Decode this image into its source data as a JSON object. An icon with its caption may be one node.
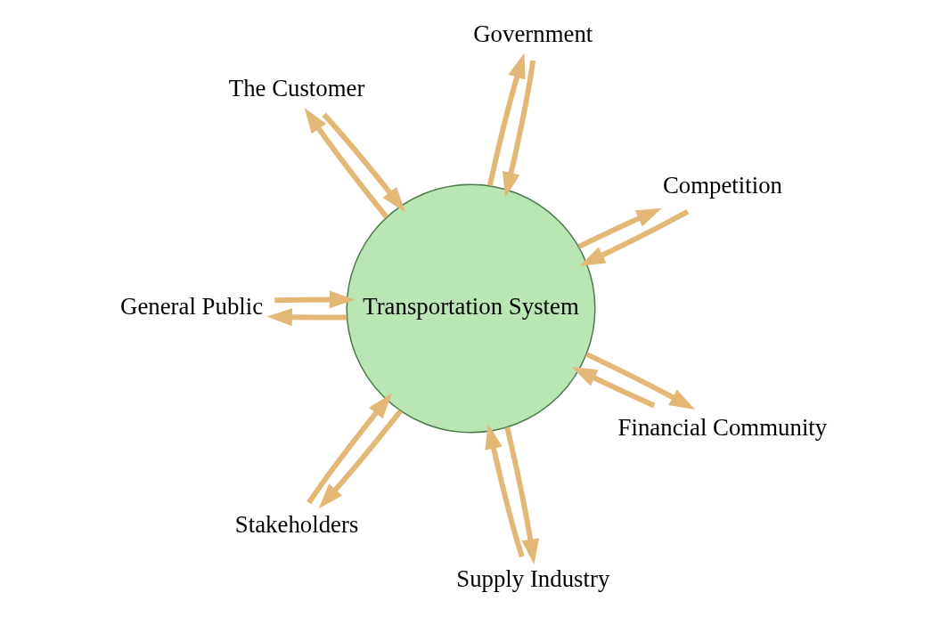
{
  "diagram": {
    "nodes": [
      {
        "text": [
          "Transportation System"
        ]
      },
      {
        "text": [
          "Competition"
        ]
      },
      {
        "text": [
          "Government"
        ]
      },
      {
        "text": [
          "The Customer"
        ]
      },
      {
        "text": [
          "General Public"
        ]
      },
      {
        "text": [
          "Stakeholders"
        ]
      },
      {
        "text": [
          "Supply Industry"
        ]
      },
      {
        "text": [
          "Financial Community"
        ]
      }
    ],
    "edges": [
      {
        "from": 1,
        "to": 0,
        "arrow": "to"
      },
      {
        "from": 0,
        "to": 1,
        "arrow": "to"
      },
      {
        "from": 0,
        "to": 2,
        "arrow": "to"
      },
      {
        "from": 2,
        "to": 0,
        "arrow": "to"
      },
      {
        "from": 3,
        "to": 0,
        "arrow": "to"
      },
      {
        "from": 0,
        "to": 3,
        "arrow": "to"
      },
      {
        "from": 4,
        "to": 0,
        "arrow": "to"
      },
      {
        "from": 0,
        "to": 4,
        "arrow": "to"
      },
      {
        "from": 5,
        "to": 0,
        "arrow": "to"
      },
      {
        "from": 0,
        "to": 5,
        "arrow": "to"
      },
      {
        "from": 0,
        "to": 6,
        "arrow": "to"
      },
      {
        "from": 6,
        "to": 0,
        "arrow": "to"
      },
      {
        "from": 7,
        "to": 0,
        "arrow": "to"
      },
      {
        "from": 0,
        "to": 7,
        "arrow": "to"
      }
    ]
  }
}
